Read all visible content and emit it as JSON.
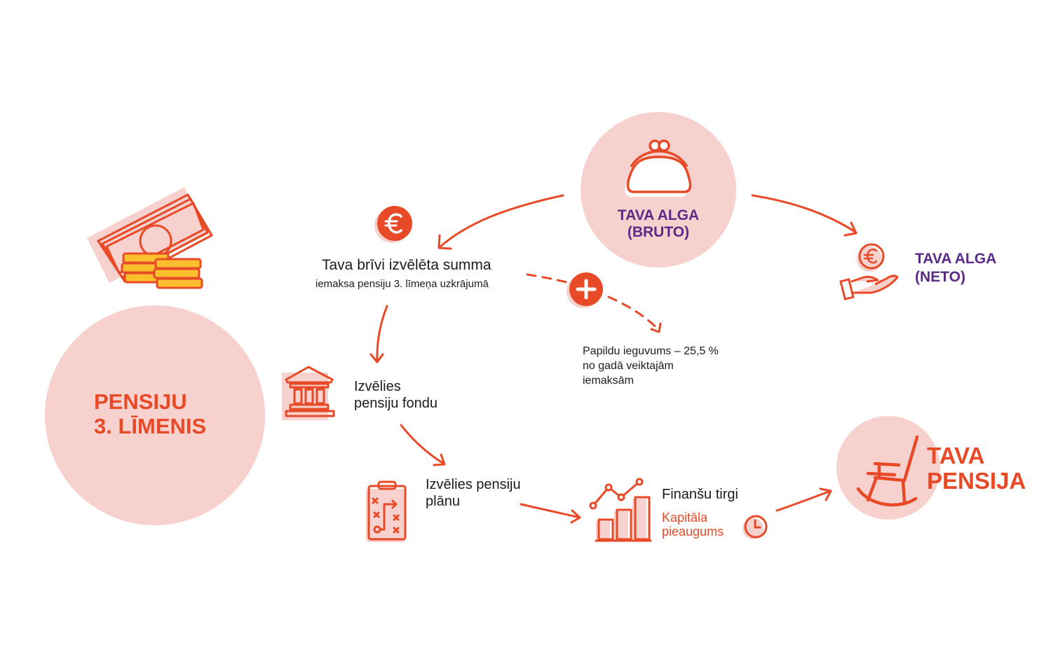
{
  "colors": {
    "accent": "#e84a27",
    "circle_fill": "#f6d1cd",
    "purple": "#5b2a86",
    "gold": "#fbbf2e",
    "text": "#1b1b1b"
  },
  "pillar": {
    "line1": "PENSIJU",
    "line2": "3. LĪMENIS",
    "icon": "money-coins-icon"
  },
  "gross_salary": {
    "line1": "TAVA ALGA",
    "line2": "(BRUTO)",
    "icon": "purse-icon"
  },
  "net_salary": {
    "line1": "TAVA ALGA",
    "line2": "(NETO)",
    "icon": "hand-euro-icon"
  },
  "contribution": {
    "title": "Tava brīvi izvēlēta summa",
    "subtitle": "iemaksa pensiju 3. līmeņa uzkrājumā",
    "icon": "euro-icon"
  },
  "bonus": {
    "line1": "Papildu ieguvums – 25,5 %",
    "line2": "no gadā veiktajām",
    "line3": "iemaksām",
    "icon": "plus-icon"
  },
  "fund": {
    "line1": "Izvēlies",
    "line2": "pensiju fondu",
    "icon": "bank-icon"
  },
  "plan": {
    "line1": "Izvēlies pensiju",
    "line2": "plānu",
    "icon": "clipboard-plan-icon"
  },
  "markets": {
    "title": "Finanšu tirgi",
    "sub1": "Kapitāla",
    "sub2": "pieaugums",
    "icon": "growth-chart-icon",
    "clock_icon": "clock-icon"
  },
  "pension": {
    "line1": "TAVA",
    "line2": "PENSIJA",
    "icon": "rocking-chair-icon"
  }
}
